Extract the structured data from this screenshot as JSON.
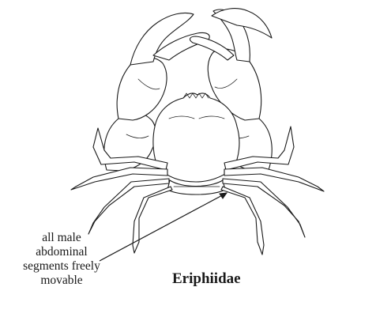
{
  "figure": {
    "callout_lines": [
      "all male",
      "abdominal",
      "segments freely",
      "movable"
    ],
    "family_name": "Eriphiidae"
  }
}
